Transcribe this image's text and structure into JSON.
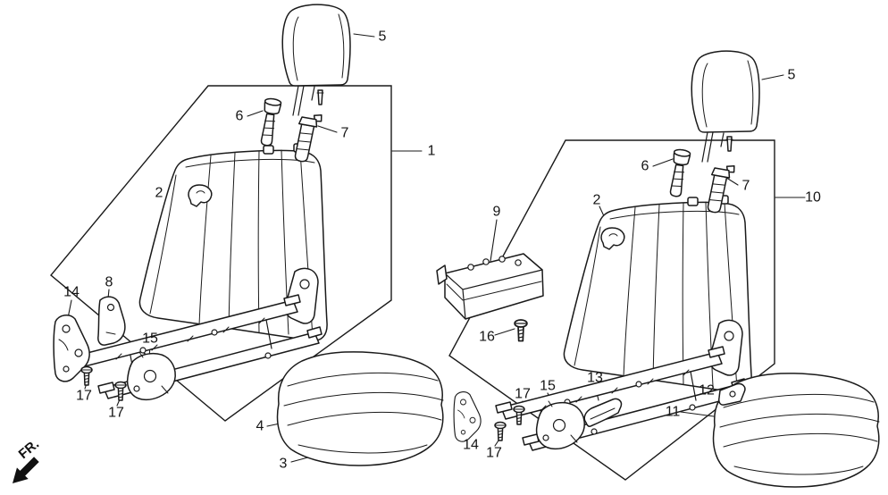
{
  "diagram": {
    "kind": "exploded-parts-diagram-front-seat",
    "fr_label": "FR.",
    "callouts": [
      {
        "id": "callout-5-left",
        "label": "5"
      },
      {
        "id": "callout-6-left",
        "label": "6"
      },
      {
        "id": "callout-7-left",
        "label": "7"
      },
      {
        "id": "callout-1",
        "label": "1"
      },
      {
        "id": "callout-2-left",
        "label": "2"
      },
      {
        "id": "callout-8",
        "label": "8"
      },
      {
        "id": "callout-14-left",
        "label": "14"
      },
      {
        "id": "callout-15-left",
        "label": "15"
      },
      {
        "id": "callout-17-left-a",
        "label": "17"
      },
      {
        "id": "callout-17-left-b",
        "label": "17"
      },
      {
        "id": "callout-4",
        "label": "4"
      },
      {
        "id": "callout-3",
        "label": "3"
      },
      {
        "id": "callout-9",
        "label": "9"
      },
      {
        "id": "callout-16",
        "label": "16"
      },
      {
        "id": "callout-5-right",
        "label": "5"
      },
      {
        "id": "callout-6-right",
        "label": "6"
      },
      {
        "id": "callout-7-right",
        "label": "7"
      },
      {
        "id": "callout-10",
        "label": "10"
      },
      {
        "id": "callout-2-right",
        "label": "2"
      },
      {
        "id": "callout-13",
        "label": "13"
      },
      {
        "id": "callout-15-right",
        "label": "15"
      },
      {
        "id": "callout-17-right-a",
        "label": "17"
      },
      {
        "id": "callout-14-right",
        "label": "14"
      },
      {
        "id": "callout-17-right-b",
        "label": "17"
      },
      {
        "id": "callout-12",
        "label": "12"
      },
      {
        "id": "callout-11",
        "label": "11"
      }
    ]
  }
}
